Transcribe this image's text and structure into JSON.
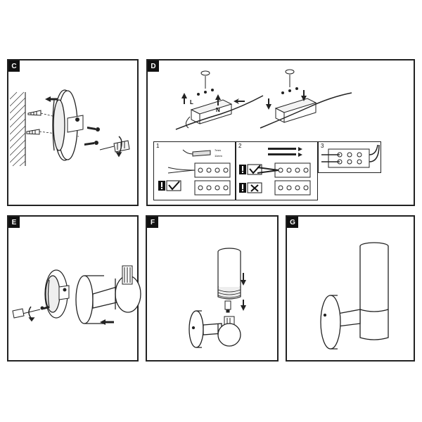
{
  "panels": {
    "c": {
      "tag": "C"
    },
    "d": {
      "tag": "D",
      "labels": {
        "live": "L",
        "neutral": "N"
      },
      "subpanels": [
        {
          "num": "1",
          "strip_text": "7mm",
          "strip_text2": "11mm"
        },
        {
          "num": "2"
        },
        {
          "num": "3"
        }
      ]
    },
    "e": {
      "tag": "E"
    },
    "f": {
      "tag": "F"
    },
    "g": {
      "tag": "G"
    }
  }
}
